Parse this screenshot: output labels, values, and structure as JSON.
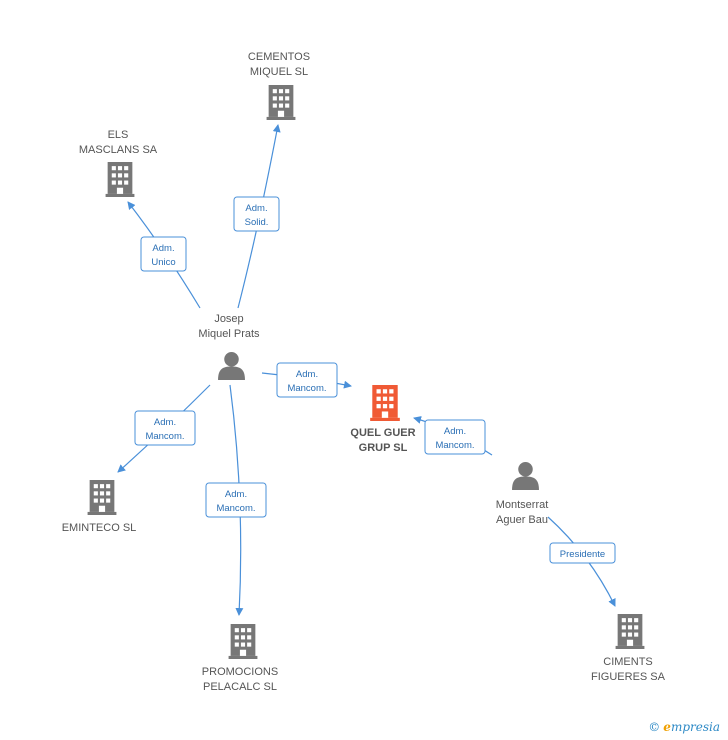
{
  "colors": {
    "edge": "#4a90d9",
    "company": "#777777",
    "company_main": "#f05a35",
    "person": "#777777"
  },
  "companies": {
    "cementos": {
      "line1": "CEMENTOS",
      "line2": "MIQUEL SL",
      "icon": "building-icon"
    },
    "els": {
      "line1": "ELS",
      "line2": "MASCLANS SA",
      "icon": "building-icon"
    },
    "quel": {
      "line1": "QUEL GUER",
      "line2": "GRUP SL",
      "icon": "building-icon"
    },
    "eminteco": {
      "line1": "EMINTECO  SL",
      "icon": "building-icon"
    },
    "promocions": {
      "line1": "PROMOCIONS",
      "line2": "PELACALC SL",
      "icon": "building-icon"
    },
    "ciments": {
      "line1": "CIMENTS",
      "line2": "FIGUERES SA",
      "icon": "building-icon"
    }
  },
  "persons": {
    "josep": {
      "line1": "Josep",
      "line2": "Miquel Prats",
      "icon": "person-icon"
    },
    "montserrat": {
      "line1": "Montserrat",
      "line2": "Aguer Bau",
      "icon": "person-icon"
    }
  },
  "edges": {
    "cementos": {
      "line1": "Adm.",
      "line2": "Solid."
    },
    "els": {
      "line1": "Adm.",
      "line2": "Unico"
    },
    "quel_josep": {
      "line1": "Adm.",
      "line2": "Mancom."
    },
    "eminteco": {
      "line1": "Adm.",
      "line2": "Mancom."
    },
    "promocions": {
      "line1": "Adm.",
      "line2": "Mancom."
    },
    "quel_montserrat": {
      "line1": "Adm.",
      "line2": "Mancom."
    },
    "ciments": {
      "line1": "Presidente"
    }
  },
  "brand": {
    "copyright": "©",
    "initial": "e",
    "name": "mpresia"
  }
}
